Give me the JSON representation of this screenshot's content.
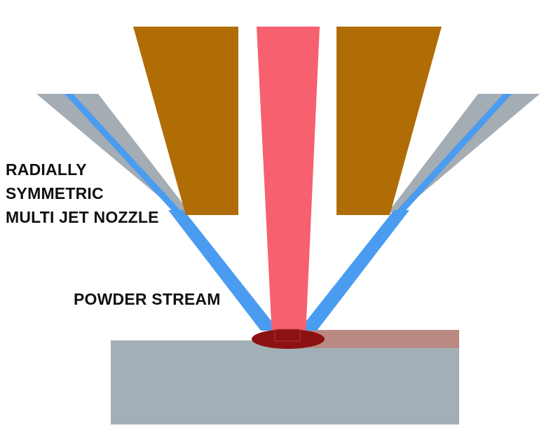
{
  "labels": {
    "nozzle_line1": "RADIALLY",
    "nozzle_line2": "SYMMETRIC",
    "nozzle_line3": "MULTI JET NOZZLE",
    "powder_stream": "POWDER STREAM"
  },
  "colors": {
    "nozzle_body": "#b06d06",
    "laser": "#f7606e",
    "powder": "#4a9cf0",
    "jet_housing": "#a4acb4",
    "substrate": "#a3afb7",
    "deposit": "#b98a82",
    "melt_pool": "#8c1111"
  }
}
